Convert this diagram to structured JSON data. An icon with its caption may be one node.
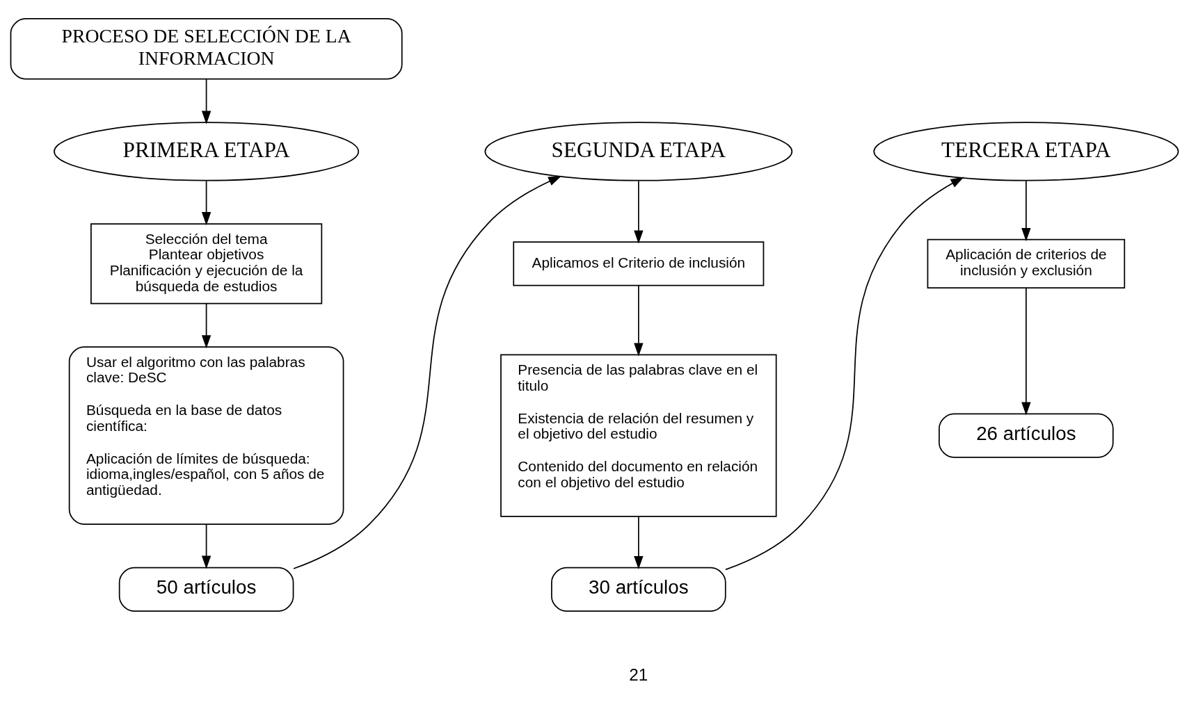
{
  "diagram": {
    "nodes": [
      {
        "text": [
          "PROCESO DE SELECCIÓN DE LA INFORMACION"
        ]
      },
      {
        "text": [
          "PRIMERA ETAPA"
        ]
      },
      {
        "text": [
          "Selección del tema",
          "Plantear objetivos",
          "Planificación y ejecución de la búsqueda de estudios"
        ]
      },
      {
        "text": [
          "Usar el algoritmo con las palabras clave: DeSC",
          "Búsqueda en la base de datos científica:",
          "Aplicación de límites de búsqueda: idioma,ingles/español, con 5 años de antigüedad."
        ]
      },
      {
        "text": [
          "50 artículos"
        ]
      },
      {
        "text": [
          "SEGUNDA ETAPA"
        ]
      },
      {
        "text": [
          "Aplicamos el Criterio de inclusión"
        ]
      },
      {
        "text": [
          "Presencia de las palabras clave en el titulo",
          "Existencia de relación del resumen y el objetivo del estudio",
          "Contenido del documento en relación con el objetivo del estudio"
        ]
      },
      {
        "text": [
          "30 artículos"
        ]
      },
      {
        "text": [
          "TERCERA ETAPA"
        ]
      },
      {
        "text": [
          "Aplicación de criterios de inclusión y exclusión"
        ]
      },
      {
        "text": [
          "26 artículos"
        ]
      }
    ],
    "edges": [
      {
        "from": 0,
        "to": 1,
        "arrow": "to"
      },
      {
        "from": 1,
        "to": 2,
        "arrow": "to"
      },
      {
        "from": 2,
        "to": 3,
        "arrow": "to"
      },
      {
        "from": 3,
        "to": 4,
        "arrow": "to"
      },
      {
        "from": 4,
        "to": 5,
        "arrow": "to"
      },
      {
        "from": 5,
        "to": 6,
        "arrow": "to"
      },
      {
        "from": 6,
        "to": 7,
        "arrow": "to"
      },
      {
        "from": 7,
        "to": 8,
        "arrow": "to"
      },
      {
        "from": 8,
        "to": 9,
        "arrow": "to"
      },
      {
        "from": 9,
        "to": 10,
        "arrow": "to"
      },
      {
        "from": 10,
        "to": 11,
        "arrow": "to"
      }
    ],
    "labels": [
      "21"
    ]
  }
}
